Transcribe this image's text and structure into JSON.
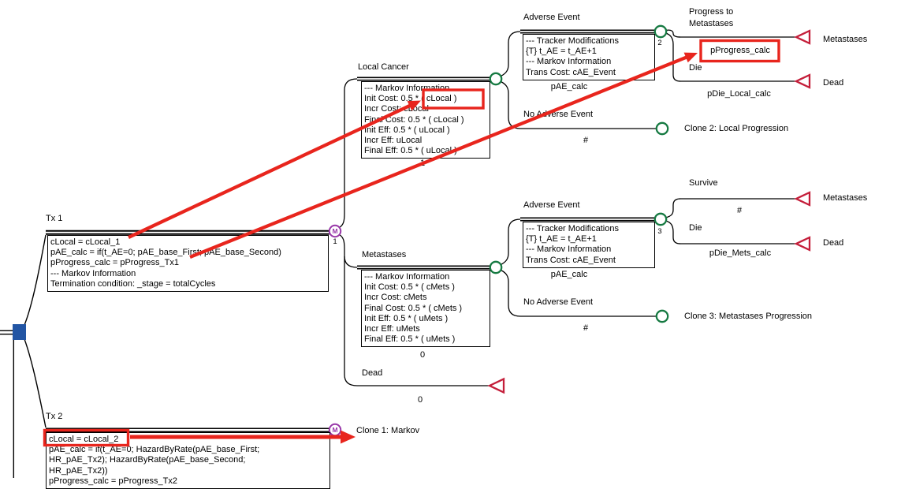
{
  "tree": {
    "tx1": {
      "label": "Tx 1",
      "node_letter": "M",
      "node_number": "1",
      "box": "cLocal = cLocal_1\npAE_calc = if(t_AE=0; pAE_base_First; pAE_base_Second)\npProgress_calc = pProgress_Tx1\n--- Markov Information\nTermination condition: _stage = totalCycles"
    },
    "tx2": {
      "label": "Tx 2",
      "node_letter": "M",
      "clone_label": "Clone 1: Markov",
      "box": "cLocal = cLocal_2\npAE_calc = if(t_AE=0; HazardByRate(pAE_base_First;\nHR_pAE_Tx2); HazardByRate(pAE_base_Second;\nHR_pAE_Tx2))\npProgress_calc = pProgress_Tx2"
    },
    "local_cancer": {
      "label": "Local Cancer",
      "value": "1",
      "box": "--- Markov Information\nInit Cost: 0.5 * ( cLocal )\nIncr Cost: cLocal\nFinal Cost: 0.5 * ( cLocal )\nInit Eff: 0.5 * ( uLocal )\nIncr Eff: uLocal\nFinal Eff: 0.5 * ( uLocal )"
    },
    "metastases_state": {
      "label": "Metastases",
      "value": "0",
      "box": "--- Markov Information\nInit Cost: 0.5 * ( cMets )\nIncr Cost: cMets\nFinal Cost: 0.5 * ( cMets )\nInit Eff: 0.5 * ( uMets )\nIncr Eff: uMets\nFinal Eff: 0.5 * ( uMets )"
    },
    "dead_state": {
      "label": "Dead",
      "value": "0"
    },
    "adverse_event_1": {
      "label": "Adverse Event",
      "node_number": "2",
      "prob": "pAE_calc",
      "box": "--- Tracker Modifications\n{T} t_AE = t_AE+1\n--- Markov Information\nTrans Cost: cAE_Event"
    },
    "no_adverse_event_1": {
      "label": "No Adverse Event",
      "prob": "#",
      "clone_label": "Clone 2: Local Progression"
    },
    "adverse_event_2": {
      "label": "Adverse Event",
      "node_number": "3",
      "prob": "pAE_calc",
      "box": "--- Tracker Modifications\n{T} t_AE = t_AE+1\n--- Markov Information\nTrans Cost: cAE_Event"
    },
    "no_adverse_event_2": {
      "label": "No Adverse Event",
      "prob": "#",
      "clone_label": "Clone 3: Metastases Progression"
    },
    "progress_to_metastases": {
      "label": "Progress to\nMetastases",
      "prob": "pProgress_calc",
      "terminal_label": "Metastases"
    },
    "die_local": {
      "label": "Die",
      "prob": "pDie_Local_calc",
      "terminal_label": "Dead"
    },
    "survive": {
      "label": "Survive",
      "prob": "#",
      "terminal_label": "Metastases"
    },
    "die_mets": {
      "label": "Die",
      "prob": "pDie_Mets_calc",
      "terminal_label": "Dead"
    }
  },
  "colors": {
    "highlight_red": "#E8251D",
    "terminal_red": "#C41E3A",
    "chance_green": "#167A42",
    "markov_purple": "#9836A8",
    "decision_blue": "#2255A4"
  }
}
